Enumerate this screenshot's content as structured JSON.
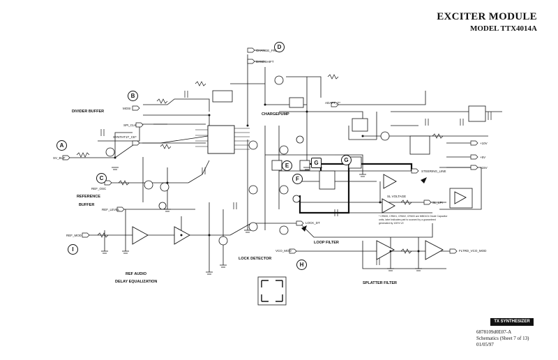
{
  "header": {
    "title": "EXCITER MODULE",
    "model": "MODEL TTX4014A"
  },
  "sections": {
    "divider_buffer": "DIVIDER BUFFER",
    "chargepump": "CHARGEPUMP",
    "reference": "REFERENCE",
    "buffer": "BUFFER",
    "ref_audio": "REF AUDIO",
    "delay_equalization": "DELAY EQUALIZATION",
    "lock_detector": "LOCK DETECTOR",
    "loop_filter": "LOOP FILTER",
    "splatter_filter": "SPLATTER FILTER"
  },
  "signals": {
    "change_freq": "CHANGE_FREQ",
    "bandshift": "BANDSHIFT",
    "mosi": "MOSI",
    "spi_clk": "SPI_CLK",
    "synth_ce": "SYNTHT1T_CE*",
    "sv_buf": "SV_BUF",
    "ref_osc": "REF_OSC",
    "ref_level": "REF_LEVEL",
    "ref_mod": "REF_MOD",
    "adapt": "ADAPT_T*",
    "steering_line": "STEERING_LINE",
    "lock_dt": "LOCK_DT",
    "vco_mod": "VCO_MOD",
    "fltrd_vco_mod": "FLTRD_VCO_MOD",
    "sl_lpi": "SL_LPI",
    "sl_voltage": "SL VOLTAGE",
    "plus10v": "+10V",
    "plus5v": "+5V",
    "plus15v": "+15V"
  },
  "markers": [
    "A",
    "B",
    "C",
    "D",
    "E",
    "F",
    "G",
    "G",
    "H",
    "I"
  ],
  "notes": {
    "note1": "* CR600, CR601, CR602, CR603 are MBD101 Diode Capacitor",
    "note2": "units, label indicates part is sourced by a guaranteed",
    "note3": "generated by 100% V2"
  },
  "footer": {
    "banner": "TX SYNTHESIZER",
    "part": "6878109d0E07-A",
    "sheet": "Schematics (Sheet 7 of 13)",
    "date": "01/05/97"
  }
}
